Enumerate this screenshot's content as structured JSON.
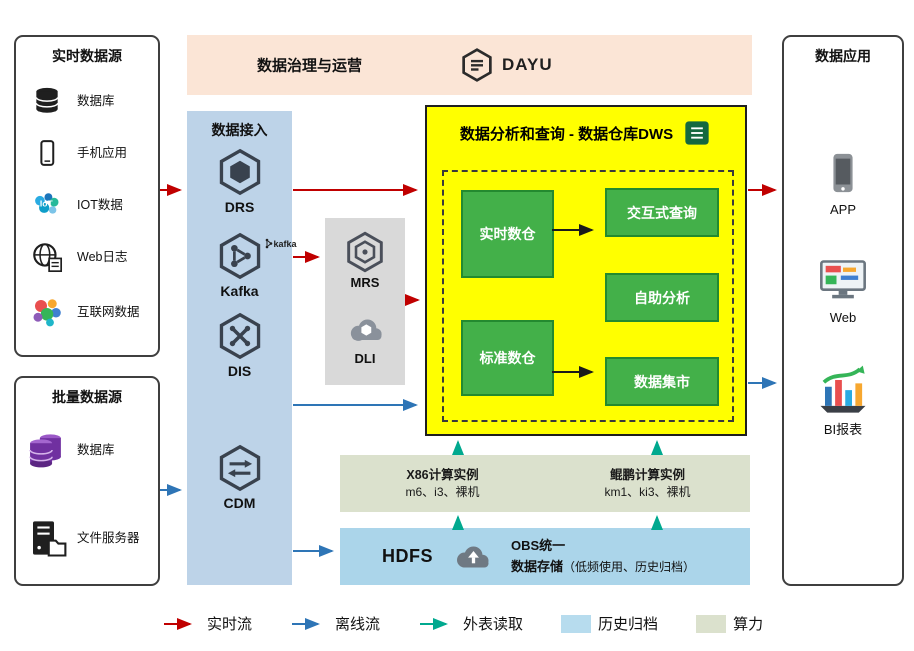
{
  "banner": {
    "title": "数据治理与运营",
    "logo": "DAYU"
  },
  "realtime_sources": {
    "title": "实时数据源",
    "items": [
      {
        "label": "数据库",
        "icon": "database-icon"
      },
      {
        "label": "手机应用",
        "icon": "mobile-app-icon"
      },
      {
        "label": "IOT数据",
        "icon": "iot-icon"
      },
      {
        "label": "Web日志",
        "icon": "web-log-icon"
      },
      {
        "label": "互联网数据",
        "icon": "internet-data-icon"
      }
    ]
  },
  "batch_sources": {
    "title": "批量数据源",
    "items": [
      {
        "label": "数据库",
        "icon": "database-purple-icon"
      },
      {
        "label": "文件服务器",
        "icon": "file-server-icon"
      }
    ]
  },
  "ingestion": {
    "title": "数据接入",
    "items": [
      {
        "label": "DRS",
        "icon": "drs-icon"
      },
      {
        "label": "Kafka",
        "icon": "kafka-icon",
        "badge": "kafka"
      },
      {
        "label": "DIS",
        "icon": "dis-icon"
      },
      {
        "label": "CDM",
        "icon": "cdm-icon"
      }
    ]
  },
  "processing": {
    "items": [
      {
        "label": "MRS",
        "icon": "mrs-icon"
      },
      {
        "label": "DLI",
        "icon": "dli-icon"
      }
    ]
  },
  "dws": {
    "title": "数据分析和查询 - 数据仓库DWS",
    "warehouses": [
      {
        "label": "实时数仓"
      },
      {
        "label": "标准数仓"
      }
    ],
    "services": [
      {
        "label": "交互式查询"
      },
      {
        "label": "自助分析"
      },
      {
        "label": "数据集市"
      }
    ]
  },
  "compute": {
    "items": [
      {
        "title": "X86计算实例",
        "subtitle": "m6、i3、裸机"
      },
      {
        "title": "鲲鹏计算实例",
        "subtitle": "km1、ki3、裸机"
      }
    ]
  },
  "storage": {
    "hdfs": "HDFS",
    "obs_line1": "OBS统一",
    "obs_line2": "数据存储",
    "obs_note": "（低频使用、历史归档）"
  },
  "applications": {
    "title": "数据应用",
    "items": [
      {
        "label": "APP",
        "icon": "app-phone-icon"
      },
      {
        "label": "Web",
        "icon": "web-monitor-icon"
      },
      {
        "label": "BI报表",
        "icon": "bi-chart-icon"
      }
    ]
  },
  "legend": {
    "items": [
      {
        "label": "实时流",
        "type": "arrow",
        "color": "#c00000"
      },
      {
        "label": "离线流",
        "type": "arrow",
        "color": "#2e75b6"
      },
      {
        "label": "外表读取",
        "type": "arrow",
        "color": "#00a98f"
      },
      {
        "label": "历史归档",
        "type": "swatch",
        "color": "#b7dcee"
      },
      {
        "label": "算力",
        "type": "swatch",
        "color": "#dbe1cd"
      }
    ]
  },
  "colors": {
    "dws_background": "#ffff00",
    "warehouse_green": "#43b049",
    "ingestion_blue": "#bdd3e8",
    "banner_peach": "#fbe5d6",
    "compute_sage": "#dbe1cd",
    "storage_blue": "#abd5ea",
    "realtime_flow": "#c00000",
    "offline_flow": "#2e75b6",
    "external_read": "#00a98f"
  }
}
